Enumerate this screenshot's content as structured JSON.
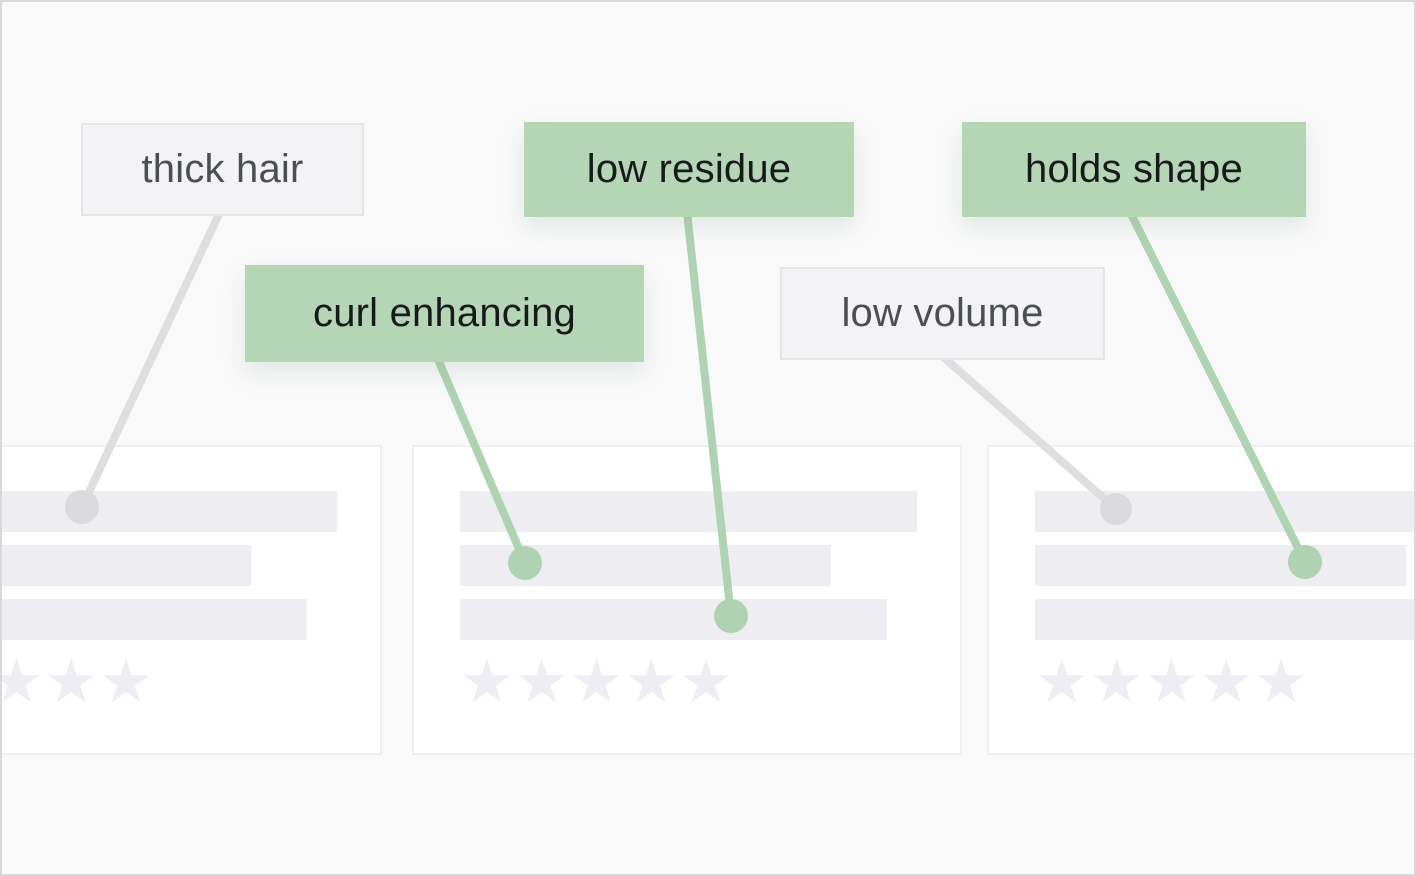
{
  "annotations": {
    "items": [
      {
        "id": "thick-hair",
        "label": "thick hair",
        "style": "neutral"
      },
      {
        "id": "low-residue",
        "label": "low residue",
        "style": "highlight"
      },
      {
        "id": "holds-shape",
        "label": "holds shape",
        "style": "highlight"
      },
      {
        "id": "curl-enhancing",
        "label": "curl enhancing",
        "style": "highlight"
      },
      {
        "id": "low-volume",
        "label": "low volume",
        "style": "neutral"
      }
    ]
  },
  "cards": {
    "count": 3,
    "bars_per_card": 3,
    "star_glyphs": "★★★★★",
    "star_count": 5
  },
  "colors": {
    "page_background": "#f9f9fa",
    "frame_border": "#d8d8db",
    "card_background": "#ffffff",
    "card_border": "#efeff3",
    "placeholder_bar": "#ededf2",
    "star": "#ededf3",
    "highlight_green_fill": "#b4d6b5",
    "highlight_green_connector": "#afd2b0",
    "neutral_gray_fill": "#f3f3f5",
    "neutral_gray_border": "#e4e4e7",
    "neutral_gray_connector": "#dcdcdf",
    "label_text_dark": "#17191c",
    "label_text_gray": "#4b4e52"
  }
}
